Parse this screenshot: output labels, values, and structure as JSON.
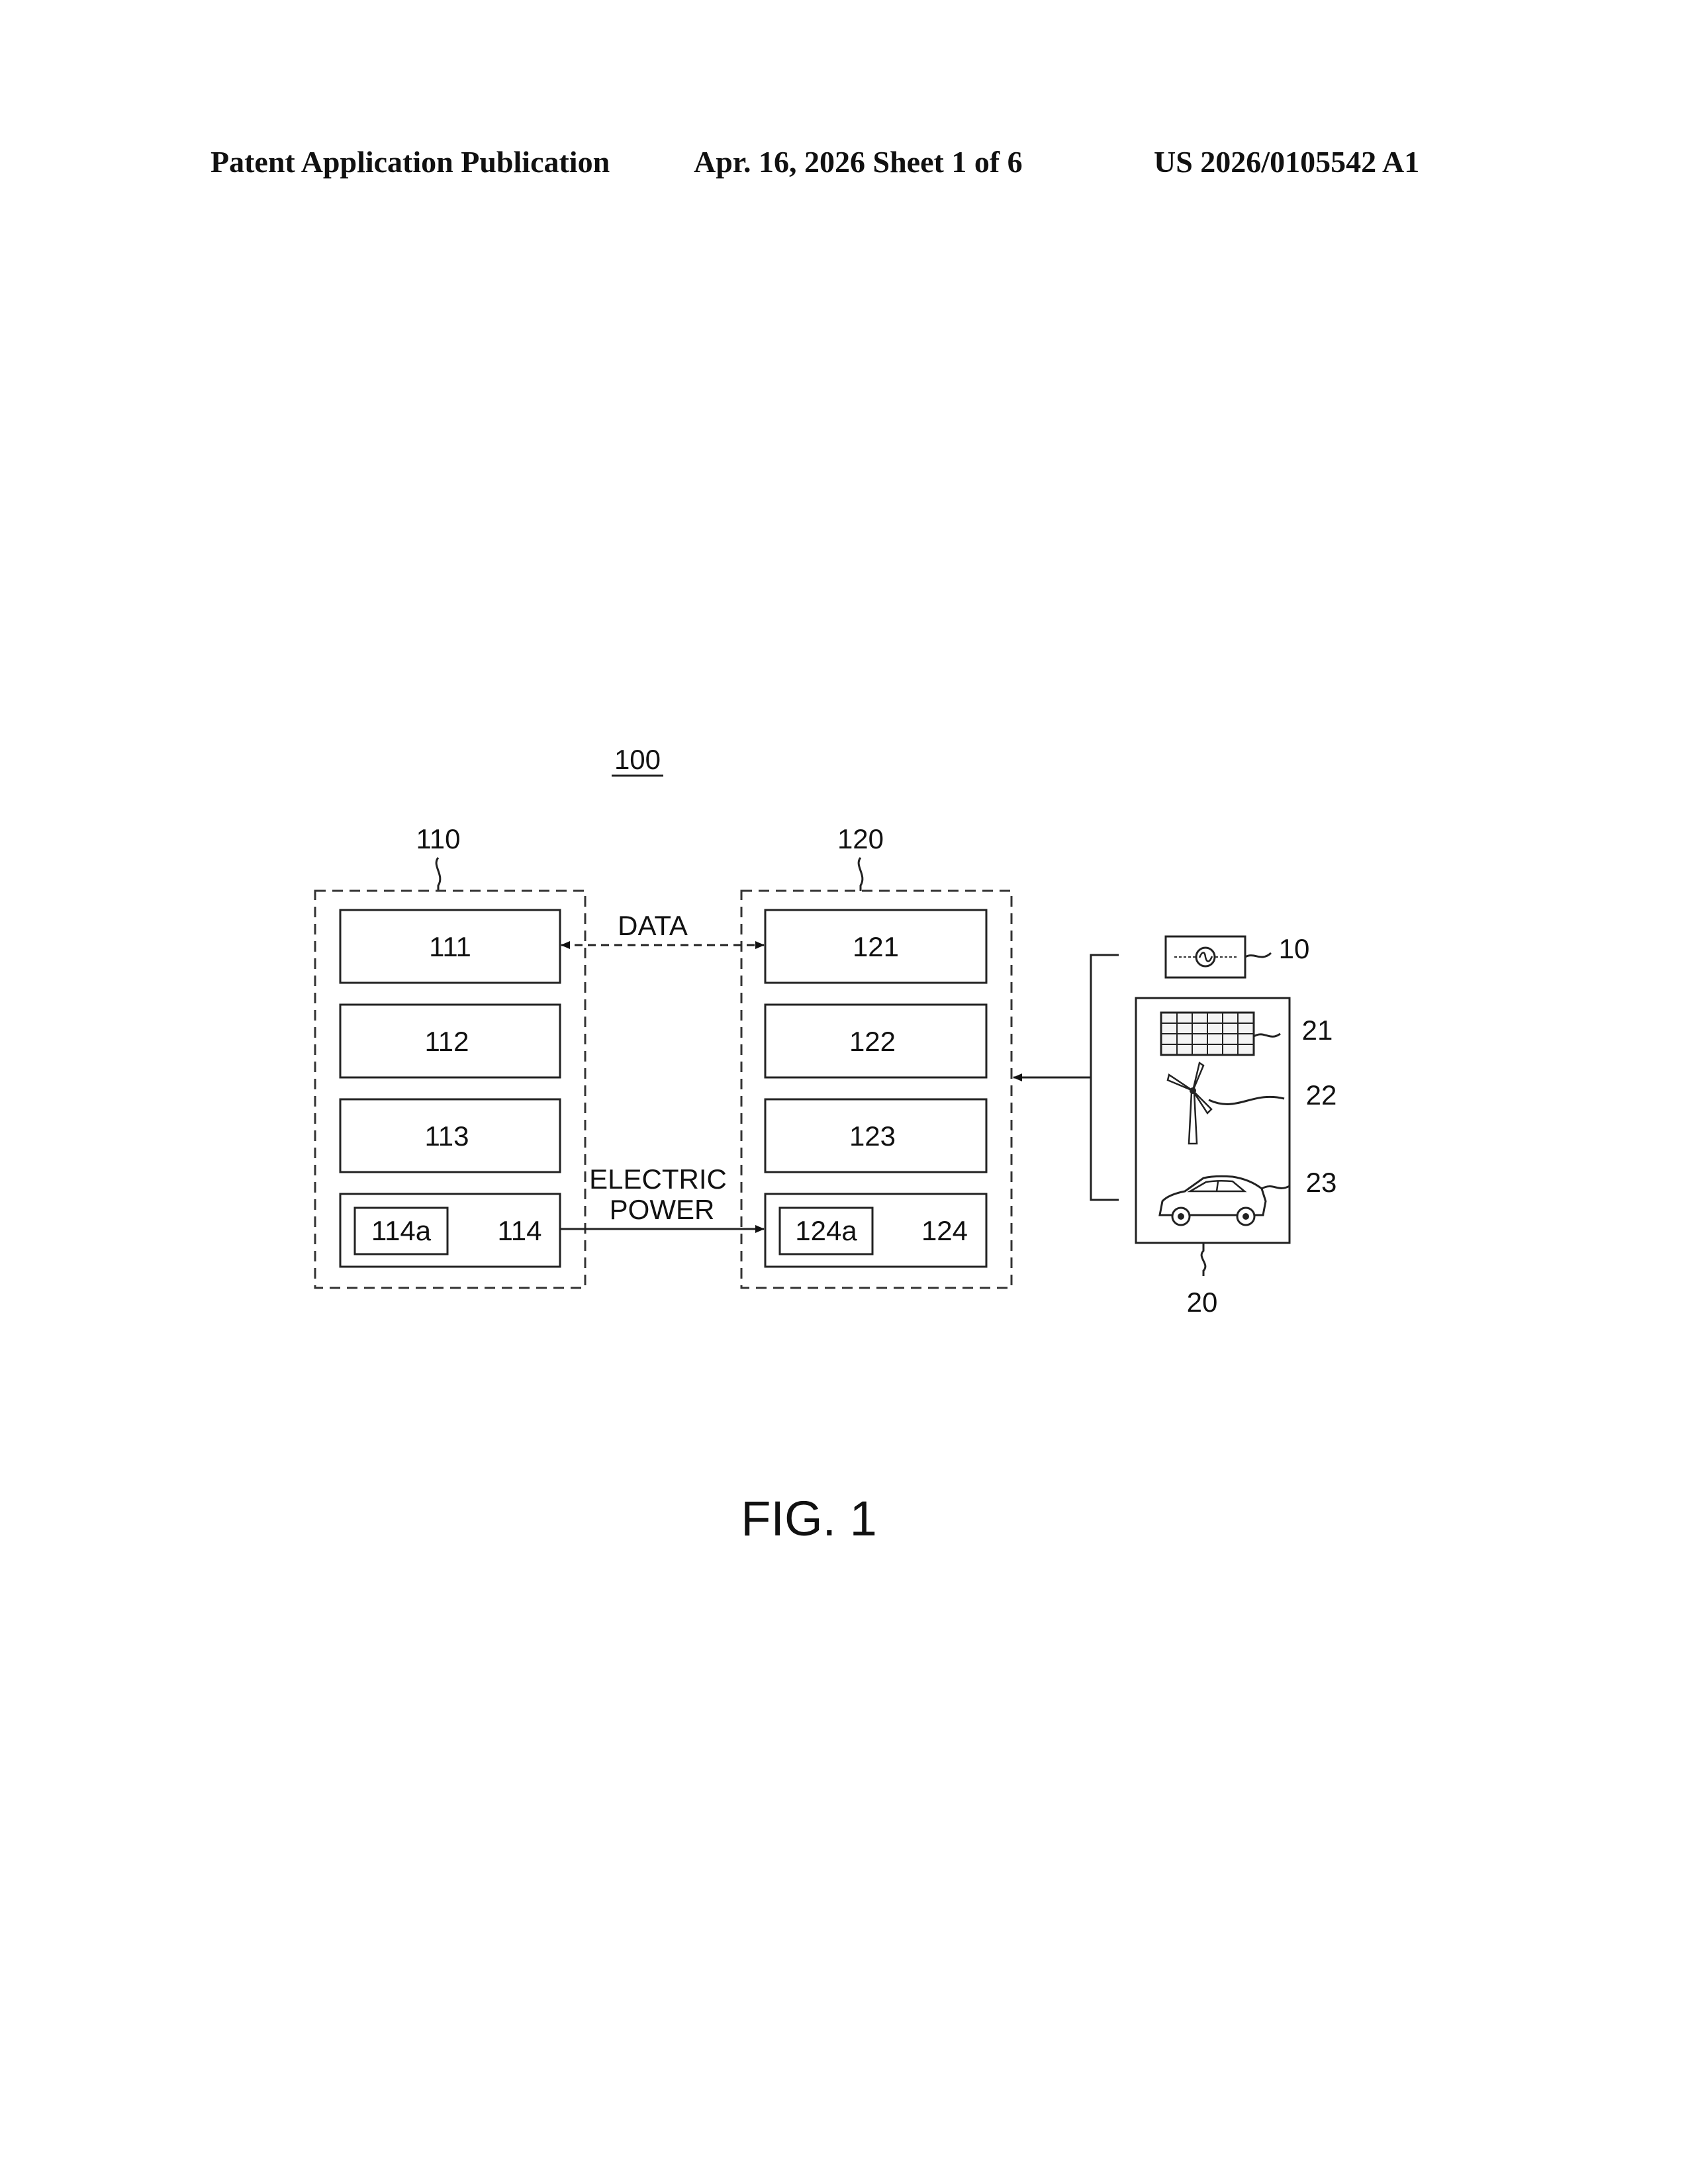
{
  "header": {
    "left": "Patent Application Publication",
    "middle": "Apr. 16, 2026  Sheet 1 of 6",
    "right": "US 2026/0105542 A1"
  },
  "diagram": {
    "system_label": "100",
    "left_group": {
      "label": "110",
      "blocks": [
        "111",
        "112",
        "113",
        "114"
      ],
      "sub_block": "114a"
    },
    "right_group": {
      "label": "120",
      "blocks": [
        "121",
        "122",
        "123",
        "124"
      ],
      "sub_block": "124a"
    },
    "link_data": "DATA",
    "link_power_line1": "ELECTRIC",
    "link_power_line2": "POWER",
    "sources": {
      "grid_label": "10",
      "group_label": "20",
      "solar_label": "21",
      "wind_label": "22",
      "vehicle_label": "23"
    }
  },
  "figure_caption": "FIG. 1"
}
